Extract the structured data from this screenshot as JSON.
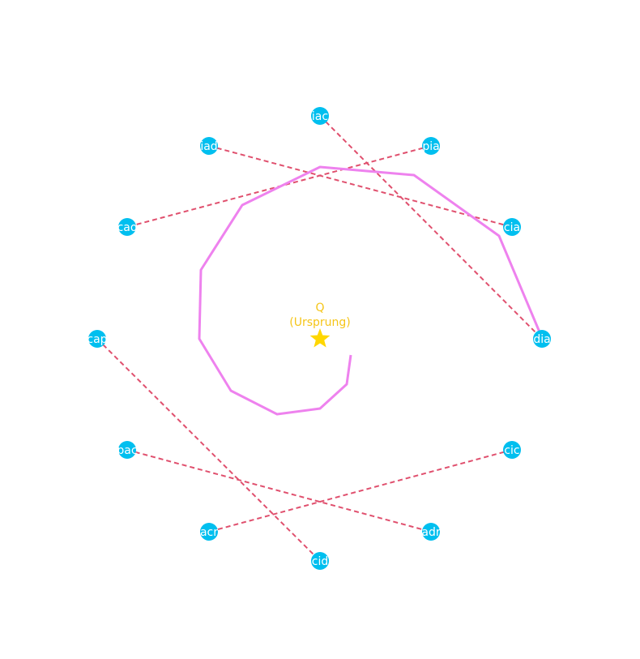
{
  "colors": {
    "node": "#00bfef",
    "node_text": "#ffffff",
    "edge": "#e0506e",
    "spiral": "#ee82ee",
    "origin": "#ffd700",
    "origin_text": "#f5c518",
    "background": "#ffffff"
  },
  "origin": {
    "label_line1": "Q",
    "label_line2": "(Ursprung)",
    "icon": "star-icon"
  },
  "nodes": [
    {
      "id": "iac",
      "label": "iac"
    },
    {
      "id": "pia",
      "label": "pia"
    },
    {
      "id": "cia",
      "label": "cia"
    },
    {
      "id": "dia",
      "label": "dia"
    },
    {
      "id": "cic",
      "label": "cic"
    },
    {
      "id": "adr",
      "label": "adr"
    },
    {
      "id": "cid",
      "label": "cid"
    },
    {
      "id": "acr",
      "label": "acr"
    },
    {
      "id": "pac",
      "label": "pac"
    },
    {
      "id": "cap",
      "label": "cap"
    },
    {
      "id": "cao",
      "label": "cao"
    },
    {
      "id": "iad",
      "label": "iad"
    }
  ],
  "edges": [
    {
      "from": "iac",
      "to": "dia"
    },
    {
      "from": "iad",
      "to": "cia"
    },
    {
      "from": "pia",
      "to": "cao"
    },
    {
      "from": "cap",
      "to": "cid"
    },
    {
      "from": "pac",
      "to": "adr"
    },
    {
      "from": "cic",
      "to": "acr"
    }
  ],
  "spiral": {
    "style": "solid",
    "description_icon": "spiral-path"
  }
}
